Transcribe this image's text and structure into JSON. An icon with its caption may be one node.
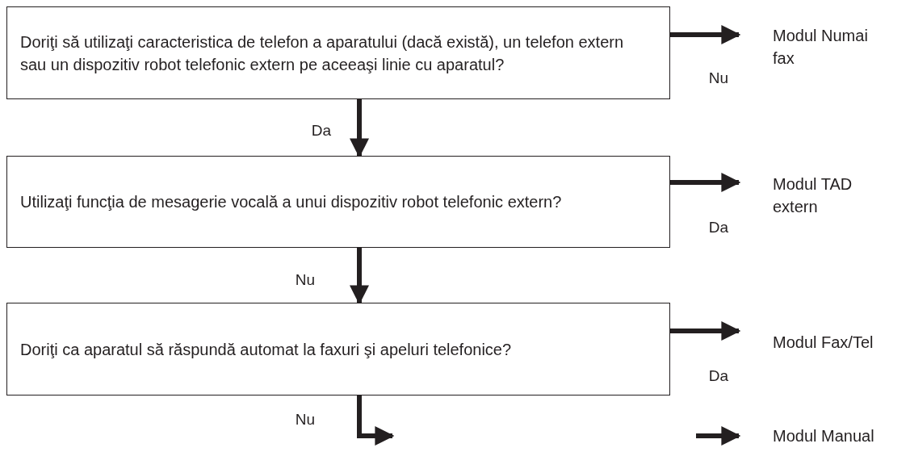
{
  "diagram": {
    "nodes": [
      {
        "text": [
          "Doriţi să utilizaţi caracteristica de telefon a aparatului (dacă există), un telefon extern sau un dispozitiv robot telefonic extern pe aceeaşi linie cu aparatul?"
        ]
      },
      {
        "text": [
          "Modul Numai fax"
        ]
      },
      {
        "text": [
          "Utilizaţi funcţia de mesagerie vocală a unui dispozitiv robot telefonic extern?"
        ]
      },
      {
        "text": [
          "Modul TAD extern"
        ]
      },
      {
        "text": [
          "Doriţi ca aparatul să răspundă automat la faxuri şi apeluri telefonice?"
        ]
      },
      {
        "text": [
          "Modul Fax/Tel"
        ]
      },
      {
        "text": [
          "Modul Manual"
        ]
      }
    ],
    "edges": [
      {
        "from": 0,
        "to": 1,
        "arrow": "to",
        "label": "Nu"
      },
      {
        "from": 0,
        "to": 2,
        "arrow": "to",
        "label": "Da"
      },
      {
        "from": 2,
        "to": 3,
        "arrow": "to",
        "label": "Da"
      },
      {
        "from": 2,
        "to": 4,
        "arrow": "to",
        "label": "Nu"
      },
      {
        "from": 4,
        "to": 5,
        "arrow": "to",
        "label": "Da"
      },
      {
        "from": 4,
        "to": null,
        "arrow": "to",
        "label": "Nu"
      },
      {
        "from": null,
        "to": 6,
        "arrow": "to"
      }
    ]
  }
}
